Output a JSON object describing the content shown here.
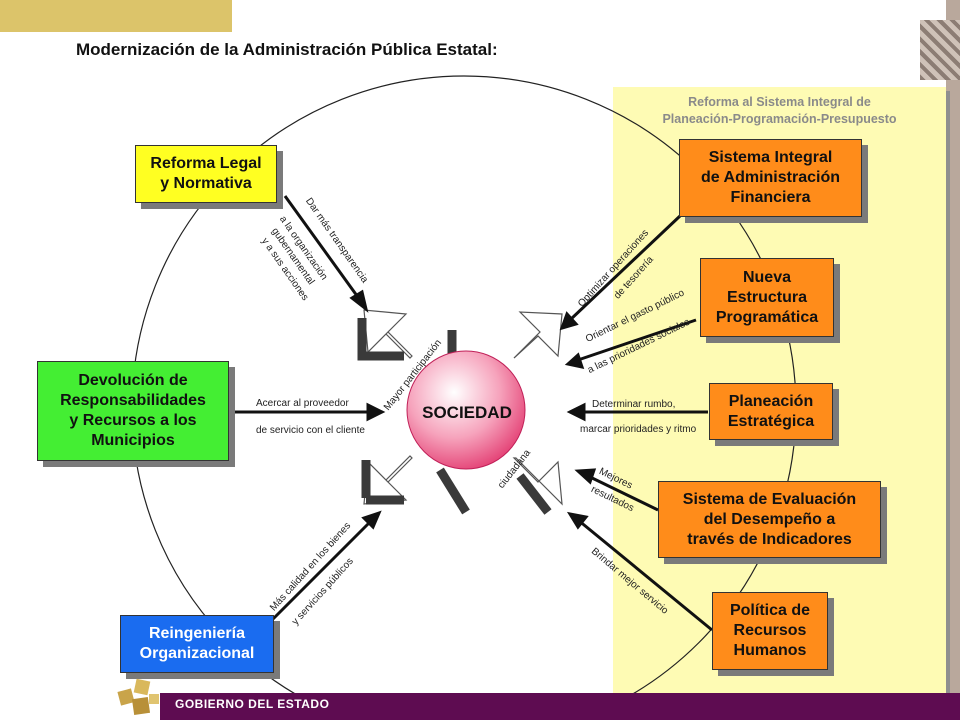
{
  "title": "Modernización de la Administración Pública Estatal:",
  "panel_title": [
    "Reforma al Sistema Integral de",
    "Planeación-Programación-Presupuesto"
  ],
  "center": "SOCIEDAD",
  "left_boxes": {
    "reforma": [
      "Reforma Legal",
      "y Normativa"
    ],
    "devolucion": [
      "Devolución de",
      "Responsabilidades",
      "y Recursos a los",
      "Municipios"
    ],
    "reingenieria": [
      "Reingeniería",
      "Organizacional"
    ]
  },
  "right_boxes": {
    "siaf": [
      "Sistema Integral",
      "de Administración",
      "Financiera"
    ],
    "nep": [
      "Nueva",
      "Estructura",
      "Programática"
    ],
    "planeacion": [
      "Planeación",
      "Estratégica"
    ],
    "sed": [
      "Sistema de Evaluación",
      "del Desempeño a",
      "través de Indicadores"
    ],
    "rh": [
      "Política de",
      "Recursos",
      "Humanos"
    ]
  },
  "arrow_labels": {
    "transparencia": [
      "Dar más transparencia",
      "a la organización",
      "gubernamental",
      "y a sus acciones"
    ],
    "proveedor": [
      "Acercar al proveedor",
      "de servicio con el cliente"
    ],
    "calidad": [
      "Más calidad en los bienes",
      "y servicios públicos"
    ],
    "tesoreria": [
      "Optimizar operaciones",
      "de tesorería"
    ],
    "gasto": [
      "Orientar el gasto público",
      "a las prioridades sociales"
    ],
    "rumbo": [
      "Determinar rumbo,",
      "marcar prioridades y ritmo"
    ],
    "resultados": [
      "Mejores",
      "resultados"
    ],
    "servicio": [
      "Brindar mejor servicio"
    ],
    "participacion": [
      "Mayor participación",
      "ciudadana"
    ]
  },
  "footer": "GOBIERNO DEL ESTADO",
  "colors": {
    "yellow_box": "#ffff22",
    "green_box": "#44ee33",
    "blue_box": "#1a6cf0",
    "orange_box": "#ff8c1a",
    "panel": "#fefbb4",
    "footer": "#5e0c51",
    "header_bar": "#dcc46a"
  }
}
